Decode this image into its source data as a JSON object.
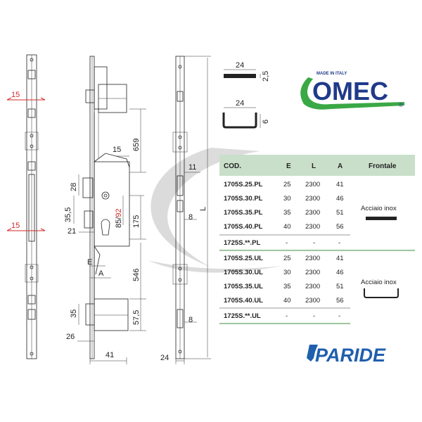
{
  "brand": {
    "omec_logo": "OMEC",
    "omec_made_in": "MADE IN ITALY",
    "omec_reg": "®",
    "paride_logo": "PARIDE",
    "colors": {
      "omec_blue": "#1f3a8a",
      "omec_green": "#3aa845",
      "paride_blue": "#1f5fae",
      "red": "#d42a2a",
      "table_header": "#c9dfc9"
    }
  },
  "profiles": {
    "flat": {
      "width": "24",
      "thickness": "2,5"
    },
    "u": {
      "width": "24",
      "depth": "6"
    }
  },
  "dims": {
    "d15_top": "15",
    "d15_bottom": "15",
    "d659": "659",
    "d15_mid": "15",
    "d28": "28",
    "d175": "175",
    "d85": "85/",
    "d92": "92",
    "d35_5": "35,5",
    "d21": "21",
    "dE": "E",
    "dA": "A",
    "d546": "546",
    "d35": "35",
    "d57_5": "57,5",
    "d26": "26",
    "d41": "41",
    "d24": "24",
    "d11": "11",
    "d8_top": "8",
    "d8_bottom": "8",
    "dL": "L"
  },
  "table": {
    "headers": [
      "COD.",
      "E",
      "L",
      "A",
      "Frontale"
    ],
    "groups": [
      {
        "frontale": "Acciaio inox",
        "rows": [
          [
            "1705S.25.PL",
            "25",
            "2300",
            "41"
          ],
          [
            "1705S.30.PL",
            "30",
            "2300",
            "46"
          ],
          [
            "1705S.35.PL",
            "35",
            "2300",
            "51"
          ],
          [
            "1705S.40.PL",
            "40",
            "2300",
            "56"
          ],
          [
            "1725S.**.PL",
            "-",
            "-",
            "-"
          ]
        ]
      },
      {
        "frontale": "Acciaio inox",
        "rows": [
          [
            "1705S.25.UL",
            "25",
            "2300",
            "41"
          ],
          [
            "1705S.30.UL",
            "30",
            "2300",
            "46"
          ],
          [
            "1705S.35.UL",
            "35",
            "2300",
            "51"
          ],
          [
            "1705S.40.UL",
            "40",
            "2300",
            "56"
          ],
          [
            "1725S.**.UL",
            "-",
            "-",
            "-"
          ]
        ]
      }
    ]
  }
}
